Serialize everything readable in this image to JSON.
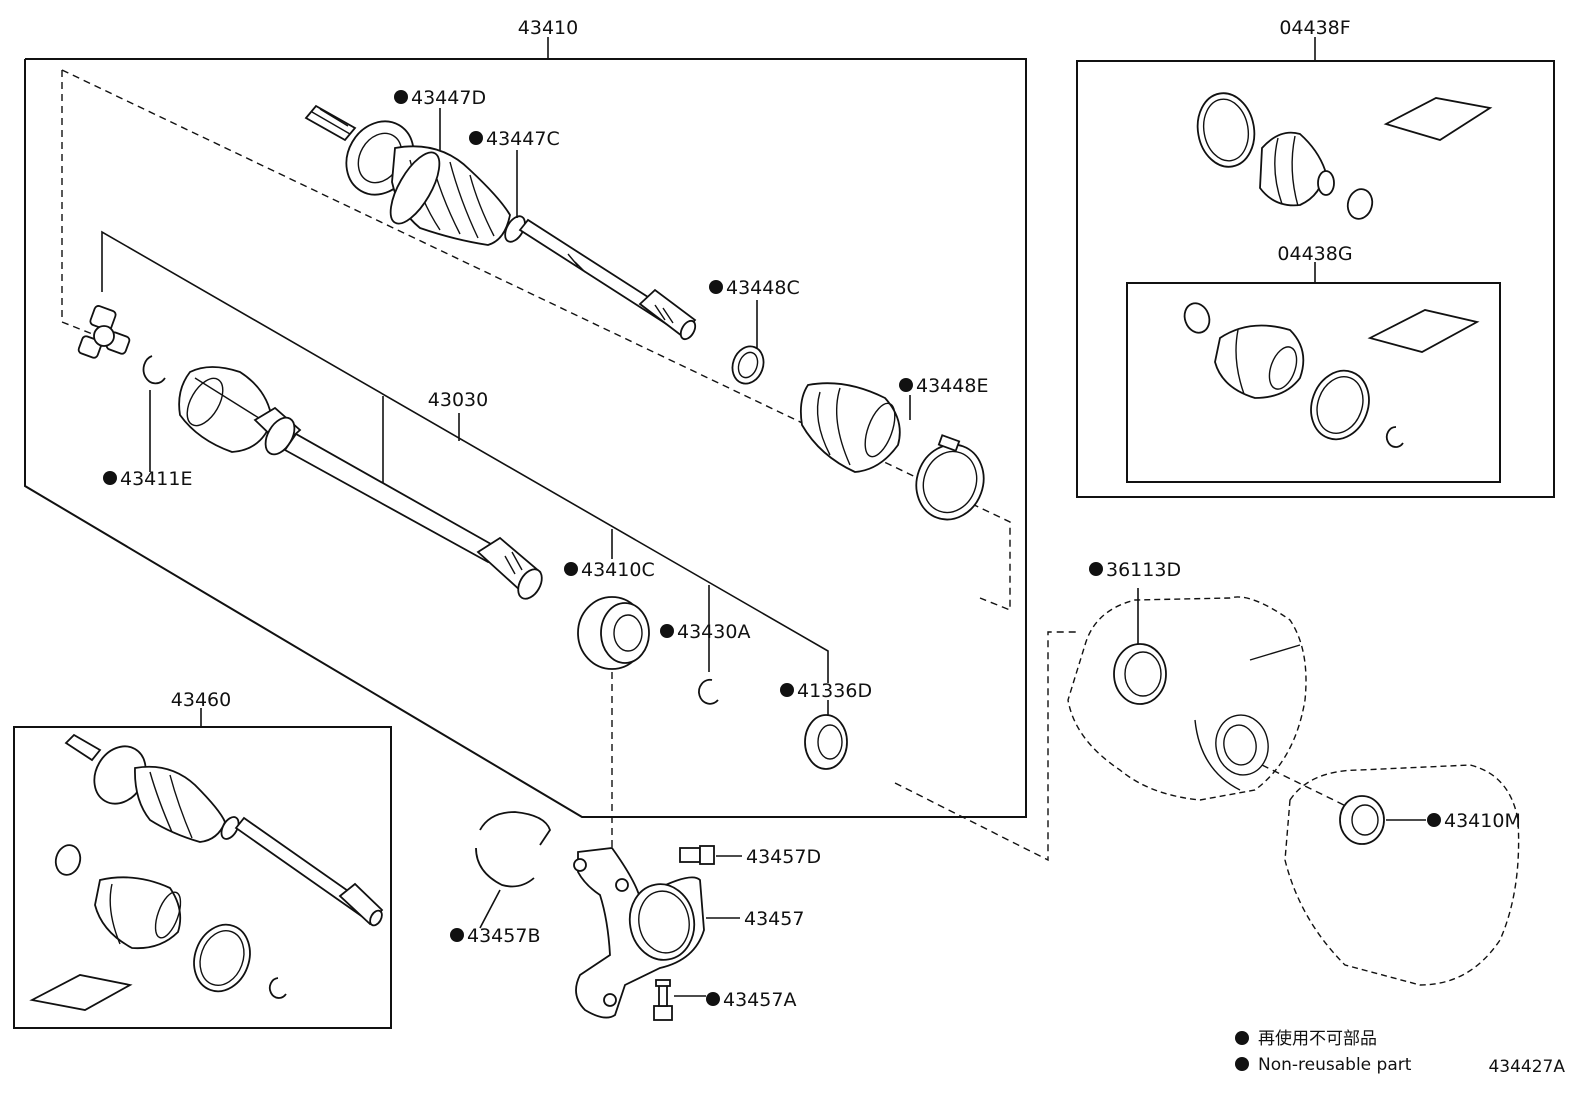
{
  "group_labels": {
    "shaft_assy": "43410",
    "inner_shaft": "43030",
    "rh_shaft": "43460",
    "boot_kit_outer": "04438F",
    "boot_kit_inner": "04438G"
  },
  "part_labels": {
    "p43447D": "43447D",
    "p43447C": "43447C",
    "p43448C": "43448C",
    "p43448E": "43448E",
    "p43411E": "43411E",
    "p43410C": "43410C",
    "p43430A": "43430A",
    "p41336D": "41336D",
    "p36113D": "36113D",
    "p43410M": "43410M",
    "p43457D": "43457D",
    "p43457": "43457",
    "p43457B": "43457B",
    "p43457A": "43457A"
  },
  "legend": {
    "jp": "再使用不可部品",
    "en": "Non-reusable part"
  },
  "diagram_id": "434427A"
}
